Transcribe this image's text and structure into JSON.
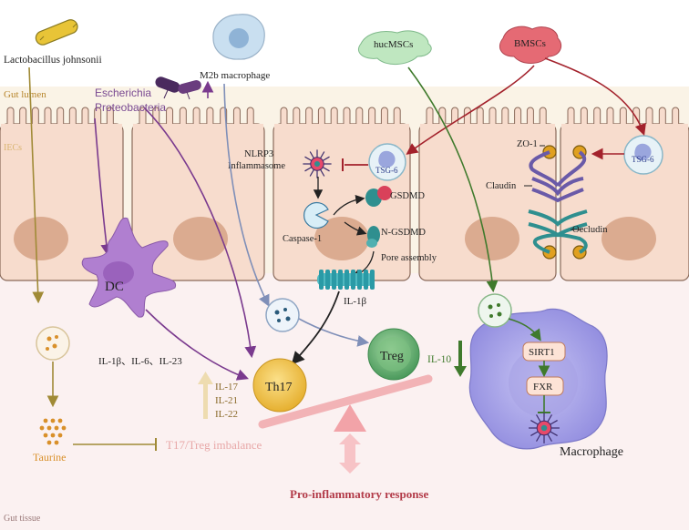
{
  "regions": {
    "gut_lumen": "Gut lumen",
    "iecs": "IECs",
    "gut_tissue": "Gut tissue"
  },
  "cells": {
    "lactobacillus": "Lactobacillus johnsonii",
    "m2b": "M2b macrophage",
    "escherichia": "Escherichia",
    "proteobacteria": "Proteobacteria",
    "hucmscs": "hucMSCs",
    "bmscs": "BMSCs",
    "dc": "DC",
    "th17": "Th17",
    "treg": "Treg",
    "macrophage": "Macrophage"
  },
  "molecules": {
    "nlrp3_line1": "NLRP3",
    "nlrp3_line2": "Inflammasome",
    "tsg6_left": "TSG-6",
    "tsg6_right": "TSG-6",
    "gsdmd": "GSDMD",
    "caspase1": "Caspase-1",
    "ngsdmd": "N-GSDMD",
    "pore_assembly": "Pore assembly",
    "il1b": "IL-1β",
    "zo1": "ZO-1",
    "claudin": "Claudin",
    "occludin": "Occludin",
    "il10": "IL-10",
    "sirt1": "SIRT1",
    "fxr": "FXR",
    "cytokines_in": "IL-1β、IL-6、IL-23",
    "il17": "IL-17",
    "il21": "IL-21",
    "il22": "IL-22",
    "taurine": "Taurine",
    "imbalance": "T17/Treg imbalance",
    "response": "Pro-inflammatory response"
  },
  "colors": {
    "lumen_bg": "#faf3e6",
    "tissue_bg": "#fbf1f1",
    "cell_fill": "#f7dccd",
    "cell_stroke": "#8a6a5a",
    "nucleus": "#d6a285",
    "dc_fill": "#b07fd0",
    "th17_fill": "#f0c24a",
    "treg_fill": "#5fa66d",
    "macrophage_fill": "#9e9ae6",
    "bmscs_fill": "#e56a74",
    "hucmscs_fill": "#bfe7c0",
    "m2b_fill": "#c9dff0",
    "arrow_purple": "#7a3a8e",
    "arrow_red": "#a3222c",
    "arrow_green": "#3f7a2c",
    "arrow_olive": "#a08a36",
    "arrow_steel": "#7f8fb8",
    "tight_purple": "#6a5aa8",
    "tight_teal": "#2f8f8f",
    "response_pink": "#f2a3a8",
    "response_text": "#b23a48"
  },
  "icons": [
    "bacterium-icon",
    "inflammasome-icon",
    "vesicle-icon",
    "gsdmd-icon",
    "caspase-icon",
    "pore-icon",
    "taurine-dots-icon",
    "up-arrow-icon"
  ]
}
